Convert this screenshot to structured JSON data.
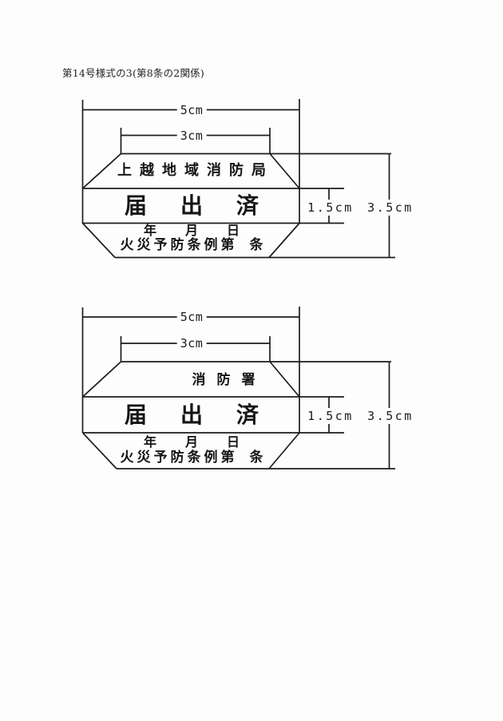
{
  "document": {
    "form_note": "第14号様式の3(第8条の2関係)"
  },
  "colors": {
    "ink": "#1c1c1c",
    "paper": "#fdfdfd"
  },
  "stamps": [
    {
      "agency": "上越地域消防局",
      "status": "届出済",
      "date": {
        "year": "年",
        "month": "月",
        "day": "日"
      },
      "ordinance": {
        "prefix": "火災予防条例第",
        "suffix": "条"
      },
      "dims": {
        "outer_width": "5cm",
        "inner_width": "3cm",
        "band_height": "1.5cm",
        "total_height": "3.5cm"
      }
    },
    {
      "agency": "消防署",
      "status": "届出済",
      "date": {
        "year": "年",
        "month": "月",
        "day": "日"
      },
      "ordinance": {
        "prefix": "火災予防条例第",
        "suffix": "条"
      },
      "dims": {
        "outer_width": "5cm",
        "inner_width": "3cm",
        "band_height": "1.5cm",
        "total_height": "3.5cm"
      }
    }
  ]
}
